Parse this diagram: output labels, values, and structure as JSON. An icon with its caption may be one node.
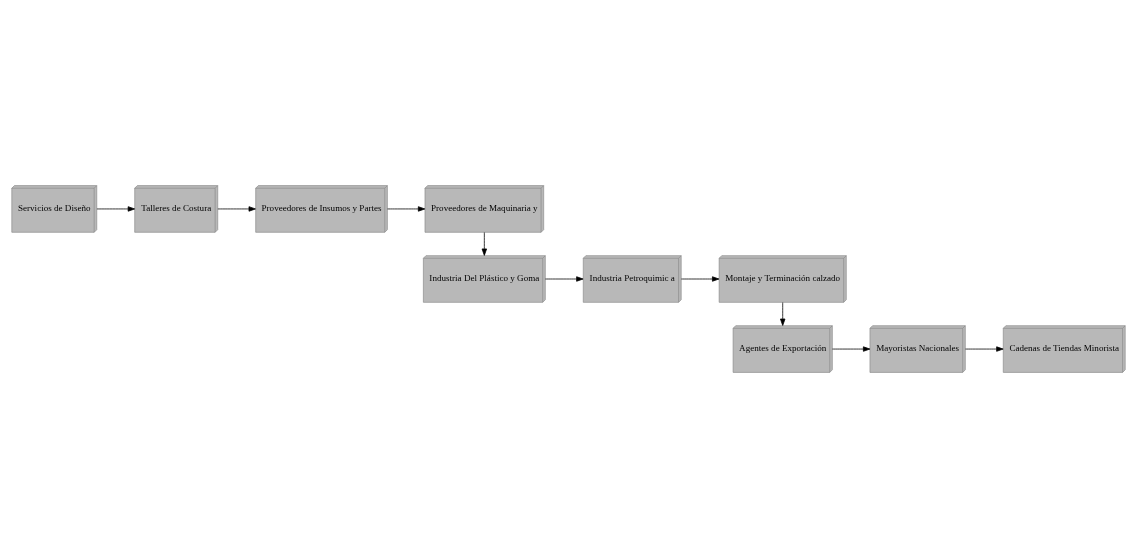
{
  "diagram": {
    "nodes": [
      {
        "text": [
          "Servicios de Diseño"
        ]
      },
      {
        "text": [
          "Talleres de Costura"
        ]
      },
      {
        "text": [
          "Proveedores de Insumos y Partes"
        ]
      },
      {
        "text": [
          "Proveedores de Maquinaria y"
        ]
      },
      {
        "text": [
          "Industria Del Plástico y Goma"
        ]
      },
      {
        "text": [
          "Industria Petroquimic a"
        ]
      },
      {
        "text": [
          "Montaje y Terminación calzado"
        ]
      },
      {
        "text": [
          "Agentes de Exportación"
        ]
      },
      {
        "text": [
          "Mayoristas Nacionales"
        ]
      },
      {
        "text": [
          "Cadenas de Tiendas Minorista"
        ]
      }
    ],
    "edges": [
      {
        "from": 0,
        "to": 1,
        "arrow": "to"
      },
      {
        "from": 1,
        "to": 2,
        "arrow": "to"
      },
      {
        "from": 2,
        "to": 3,
        "arrow": "to"
      },
      {
        "from": 3,
        "to": 4,
        "arrow": "to"
      },
      {
        "from": 4,
        "to": 5,
        "arrow": "to"
      },
      {
        "from": 5,
        "to": 6,
        "arrow": "to"
      },
      {
        "from": 6,
        "to": 7,
        "arrow": "to"
      },
      {
        "from": 7,
        "to": 8,
        "arrow": "to"
      },
      {
        "from": 8,
        "to": 9,
        "arrow": "to"
      }
    ]
  }
}
